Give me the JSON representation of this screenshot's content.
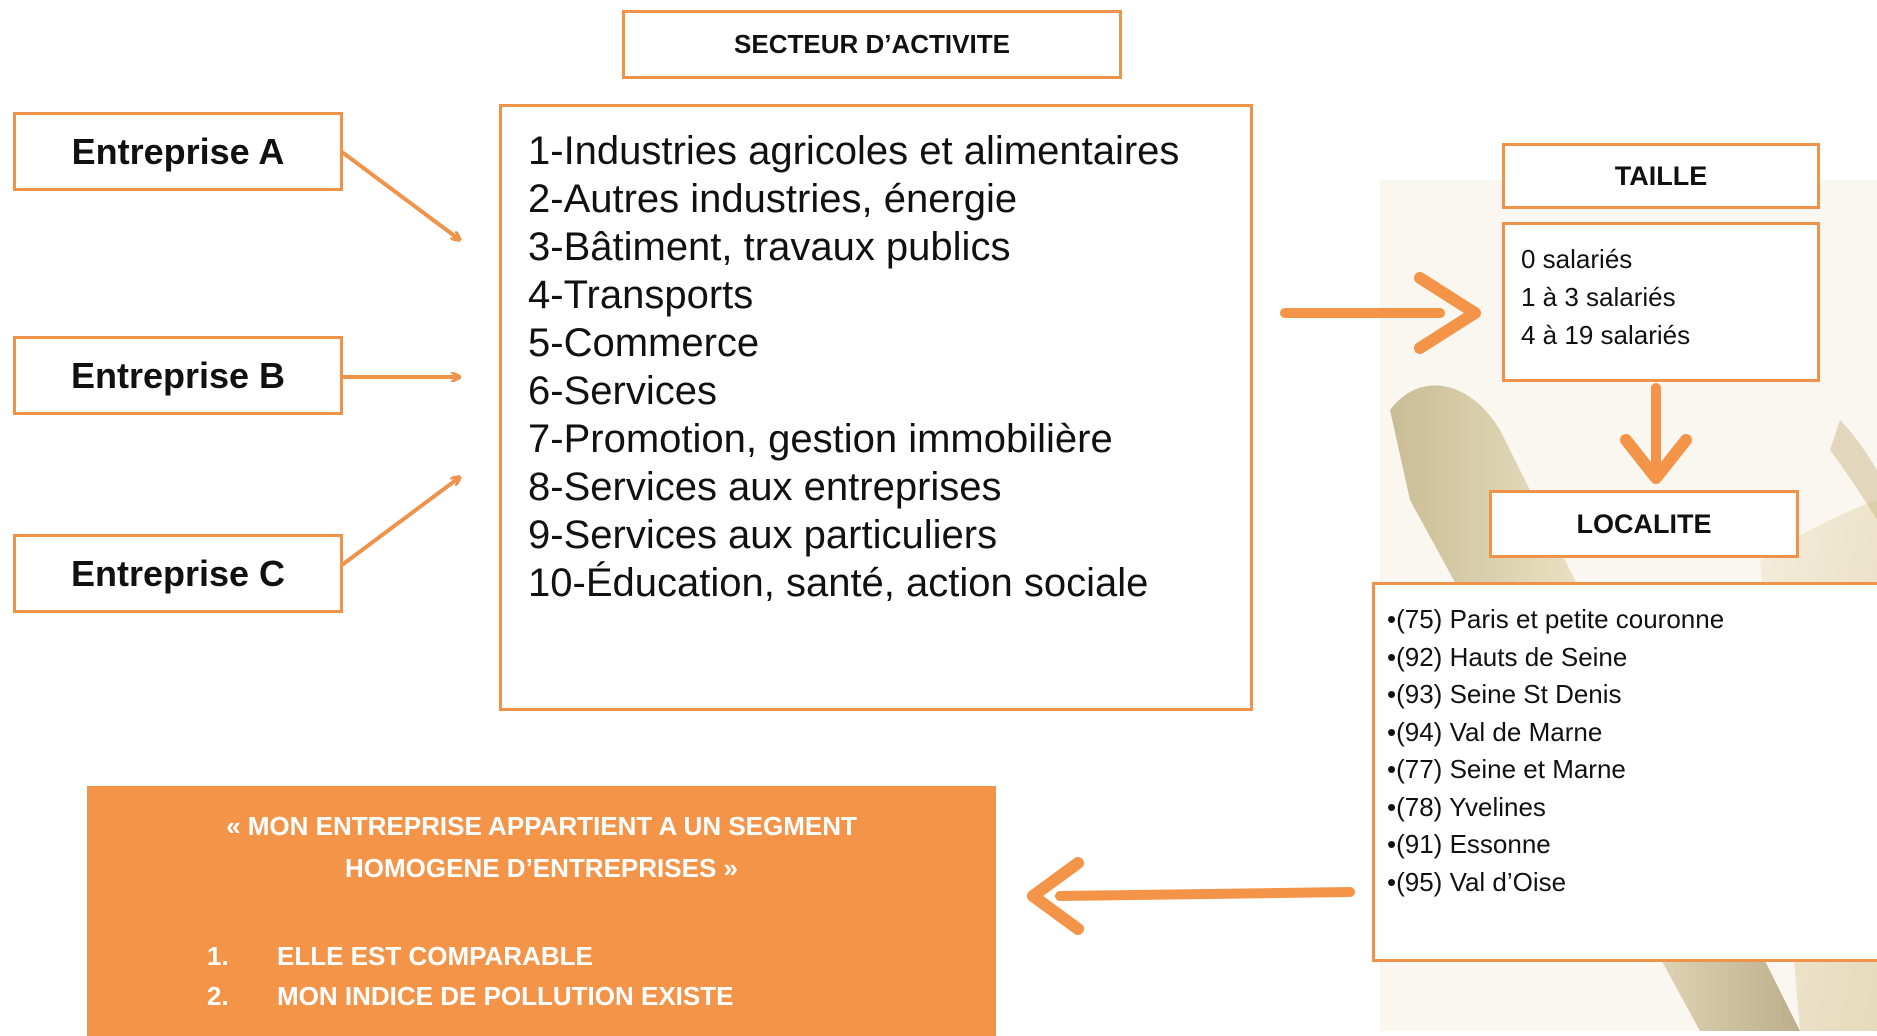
{
  "secteur": {
    "title": "SECTEUR D’ACTIVITE",
    "items": [
      "1-Industries agricoles et alimentaires",
      "2-Autres industries, énergie",
      "3-Bâtiment, travaux publics",
      "4-Transports",
      "5-Commerce",
      "6-Services",
      "7-Promotion, gestion immobilière",
      "8-Services aux entreprises",
      "9-Services aux particuliers",
      "10-Éducation, santé, action sociale"
    ]
  },
  "entreprises": [
    "Entreprise A",
    "Entreprise B",
    "Entreprise C"
  ],
  "taille": {
    "title": "TAILLE",
    "items": [
      "0 salariés",
      "1 à 3 salariés",
      "4 à 19 salariés"
    ]
  },
  "localite": {
    "title": "LOCALITE",
    "items": [
      "•(75) Paris et petite couronne",
      "•(92) Hauts de Seine",
      "•(93) Seine St Denis",
      "•(94) Val de Marne",
      "•(77) Seine et Marne",
      "•(78) Yvelines",
      "•(91) Essonne",
      "•(95) Val d’Oise"
    ]
  },
  "conclusion": {
    "quote_line1": "«  MON ENTREPRISE APPARTIENT A UN SEGMENT",
    "quote_line2": "HOMOGENE D’ENTREPRISES  »",
    "points": [
      {
        "num": "1.",
        "text": "ELLE EST COMPARABLE"
      },
      {
        "num": "2.",
        "text": "MON INDICE DE POLLUTION EXISTE"
      }
    ]
  },
  "colors": {
    "accent": "#f0934a",
    "conclusion_fill": "#f39448",
    "text": "#111111"
  }
}
